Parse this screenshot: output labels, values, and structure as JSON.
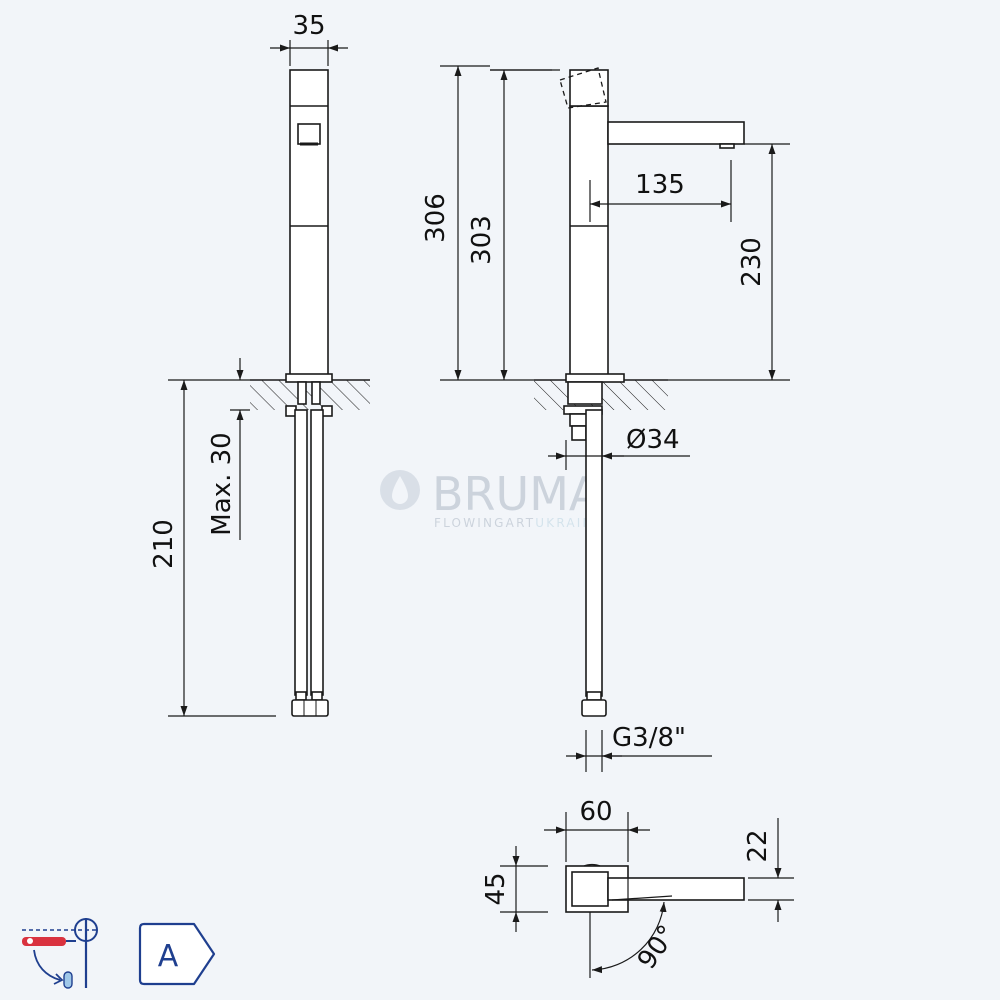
{
  "dimensions": {
    "width_top": "35",
    "height_total": "306",
    "height_body": "303",
    "spout_reach": "135",
    "spout_height": "230",
    "max_deck": "Max. 30",
    "below_deck": "210",
    "shank_diameter": "Ø34",
    "connection": "G3/8\"",
    "plan_width": "60",
    "plan_depth": "45",
    "spout_section": "22",
    "rotation": "90°"
  },
  "watermark": {
    "brand": "BRUMA",
    "tagline_part1": "FLOWINGART",
    "tagline_part2": "UKRAINE"
  },
  "energy_class": {
    "letter": "A"
  },
  "icons": {
    "installation": "tap-install-icon",
    "energy": "energy-class-icon"
  },
  "colors": {
    "background": "#f2f5f9",
    "line": "#1a1a1a",
    "accent_blue": "#1f3f8f",
    "accent_red": "#d9323f"
  }
}
